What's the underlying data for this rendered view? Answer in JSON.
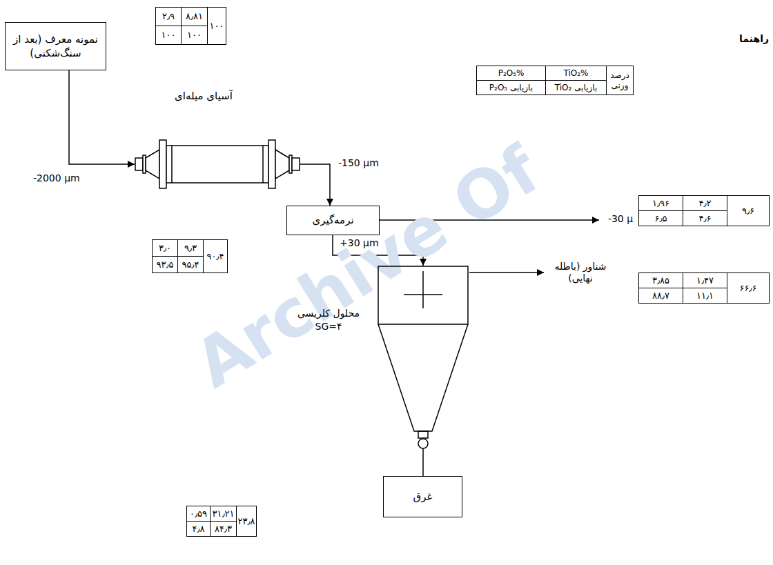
{
  "diagram": {
    "nodes": [
      {
        "text": [
          "نمونه معرف (بعد از سنگ‌شکنی)"
        ]
      },
      {
        "text": [
          "آسیای میله‌ای"
        ]
      },
      {
        "text": [
          "نرمه‌گیری"
        ]
      },
      {
        "text": [
          "محلول کلریسی SG=۴"
        ]
      },
      {
        "text": [
          "غرق"
        ]
      }
    ],
    "edges": [
      {
        "from": 0,
        "to": 1,
        "arrow": "to",
        "label": "-2000 µm"
      },
      {
        "from": 1,
        "to": 2,
        "arrow": "to",
        "label": "-150 µm"
      },
      {
        "from": 2,
        "to": 3,
        "arrow": "to",
        "label": "+30 µm"
      },
      {
        "from": 3,
        "to": 4,
        "arrow": "none"
      }
    ],
    "labels": [
      "راهنما",
      "P₂O₅%",
      "TiO₂%",
      "درصد وزنی",
      "بازیابی P₂O₅",
      "بازیابی TiO₂",
      "۲٫۹",
      "۸٫۸۱",
      "۱۰۰",
      "۱۰۰",
      "۱۰۰",
      "-30 µ",
      "۱٫۹۶",
      "۴٫۲",
      "۹٫۶",
      "۶٫۵",
      "۴٫۶",
      "۳٫۰",
      "۹٫۳",
      "۹۰٫۴",
      "۹۳٫۵",
      "۹۵٫۴",
      "شناور (باطله نهایی)",
      "۳٫۸۵",
      "۱٫۴۷",
      "۶۶٫۶",
      "۸۸٫۷",
      "۱۱٫۱",
      "۰٫۵۹",
      "۳۱٫۲۱",
      "۲۳٫۸",
      "۴٫۸",
      "۸۴٫۳",
      "Archive Of"
    ]
  }
}
